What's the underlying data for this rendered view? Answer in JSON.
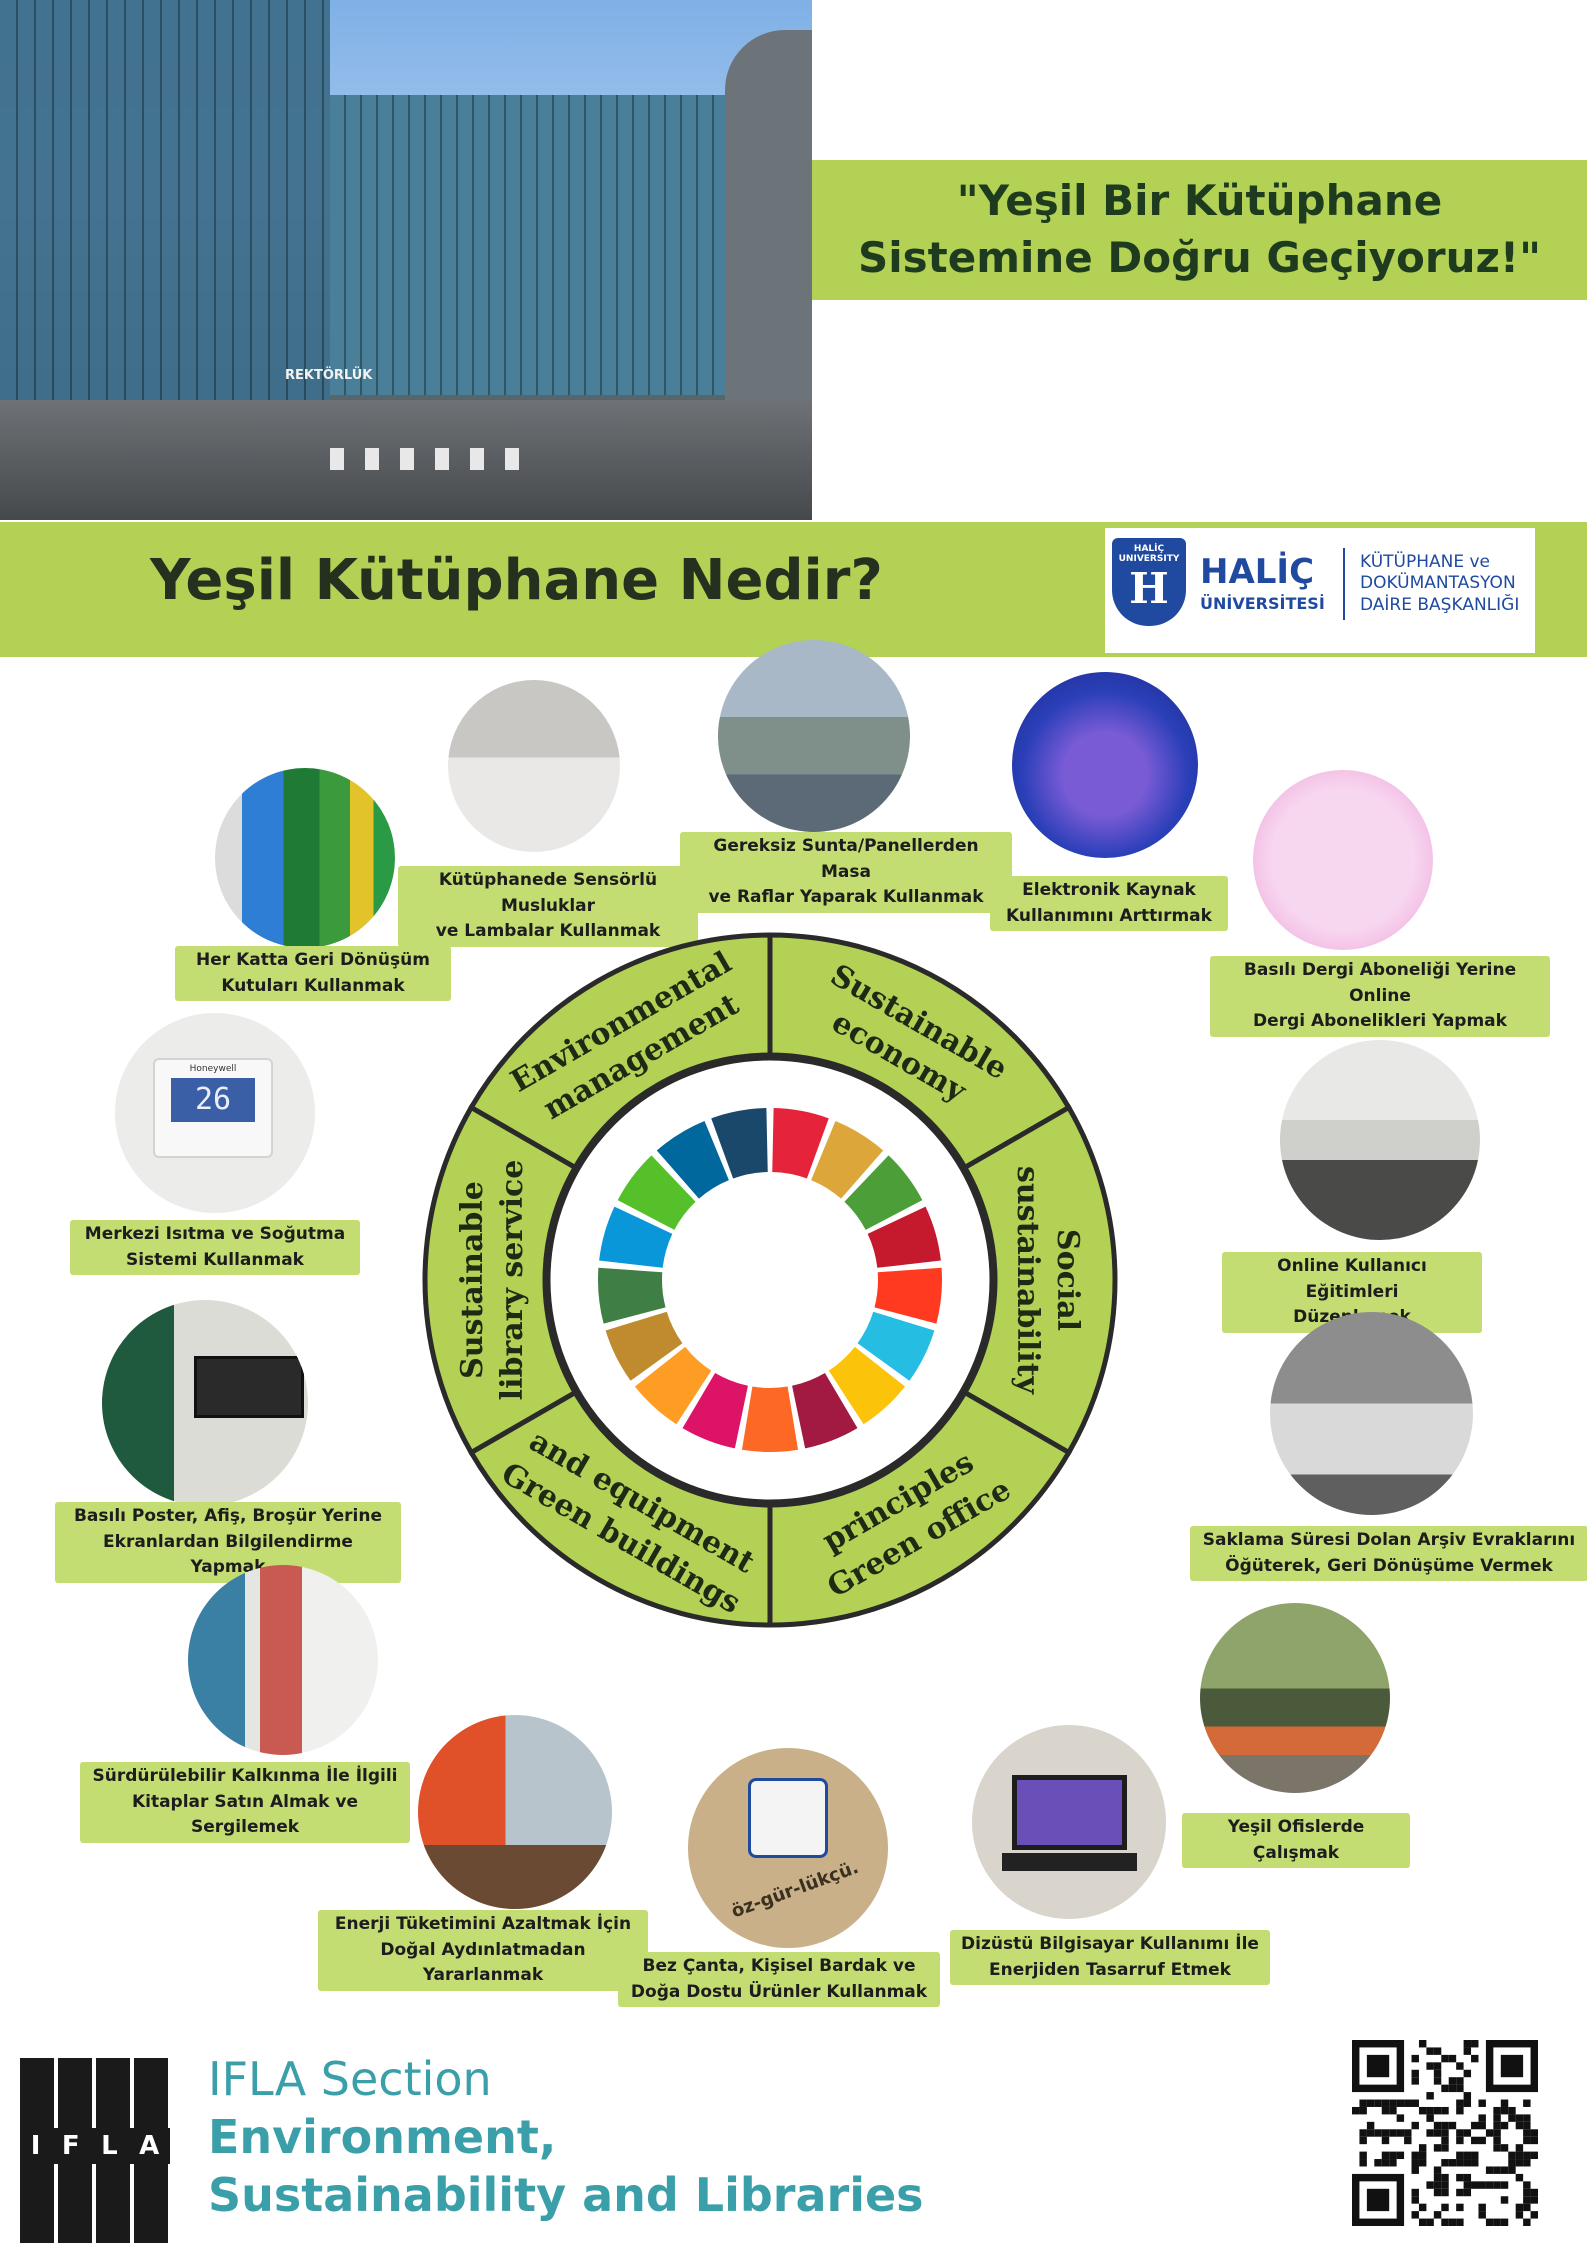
{
  "banner": {
    "building_sign": "REKTÖRLÜK",
    "quote_line1": "\"Yeşil Bir Kütüphane",
    "quote_line2": "Sistemine Doğru Geçiyoruz!\""
  },
  "header": {
    "title": "Yeşil Kütüphane Nedir?",
    "logo": {
      "shield_text": "HALİÇ UNIVERSITY",
      "shield_letter": "H",
      "name": "HALİÇ",
      "subname": "ÜNİVERSİTESİ",
      "dept_line1": "KÜTÜPHANE ve",
      "dept_line2": "DOKÜMANTASYON",
      "dept_line3": "DAİRE BAŞKANLIĞI"
    }
  },
  "practices": [
    {
      "label_line1": "Her Katta Geri Dönüşüm",
      "label_line2": "Kutuları Kullanmak",
      "photo": "recycling-bins"
    },
    {
      "label_line1": "Kütüphanede Sensörlü Musluklar",
      "label_line2": "ve Lambalar Kullanmak",
      "photo": "sensor-faucets"
    },
    {
      "label_line1": "Gereksiz Sunta/Panellerden Masa",
      "label_line2": "ve Raflar Yaparak Kullanmak",
      "photo": "panel-furniture"
    },
    {
      "label_line1": "Elektronik Kaynak",
      "label_line2": "Kullanımını Arttırmak",
      "photo": "e-resources-poster"
    },
    {
      "label_line1": "Basılı Dergi Aboneliği Yerine Online",
      "label_line2": "Dergi Abonelikleri Yapmak",
      "photo": "online-journals"
    },
    {
      "label_line1": "Merkezi Isıtma ve Soğutma",
      "label_line2": "Sistemi Kullanmak",
      "photo": "thermostat",
      "thermostat_value": "26",
      "thermostat_brand": "Honeywell"
    },
    {
      "label_line1": "Online Kullanıcı Eğitimleri",
      "label_line2": "Düzenlemek",
      "photo": "user-training"
    },
    {
      "label_line1": "Basılı Poster, Afiş, Broşür Yerine",
      "label_line2": "Ekranlardan Bilgilendirme Yapmak",
      "photo": "info-screen"
    },
    {
      "label_line1": "Saklama Süresi Dolan Arşiv Evraklarını",
      "label_line2": "Öğüterek, Geri Dönüşüme Vermek",
      "photo": "paper-shredder"
    },
    {
      "label_line1": "Sürdürülebilir Kalkınma İle İlgili",
      "label_line2": "Kitaplar Satın Almak ve Sergilemek",
      "photo": "book-display"
    },
    {
      "label_line1": "Yeşil Ofislerde Çalışmak",
      "label_line2": "",
      "photo": "green-office"
    },
    {
      "label_line1": "Enerji Tüketimini Azaltmak İçin",
      "label_line2": "Doğal Aydınlatmadan Yararlanmak",
      "photo": "natural-light-room"
    },
    {
      "label_line1": "Bez Çanta, Kişisel Bardak ve",
      "label_line2": "Doğa Dostu Ürünler Kullanmak",
      "photo": "mug-and-bag",
      "bag_text": "öz-gür-lükçü."
    },
    {
      "label_line1": "Dizüstü Bilgisayar Kullanımı İle",
      "label_line2": "Enerjiden Tasarruf Etmek",
      "photo": "laptop"
    }
  ],
  "wheel": {
    "segments": [
      {
        "line1": "Environmental",
        "line2": "management"
      },
      {
        "line1": "Sustainable",
        "line2": "economy"
      },
      {
        "line1": "Social",
        "line2": "sustainability"
      },
      {
        "line1": "Green office",
        "line2": "principles"
      },
      {
        "line1": "Green buildings",
        "line2": "and equipment"
      },
      {
        "line1": "Sustainable",
        "line2": "library service"
      }
    ],
    "ring_color": "#b2d155",
    "sdg_colors": [
      "#e5243b",
      "#dda63a",
      "#4c9f38",
      "#c5192d",
      "#ff3a21",
      "#26bde2",
      "#fcc30b",
      "#a21942",
      "#fd6925",
      "#dd1367",
      "#fd9d24",
      "#bf8b2e",
      "#3f7e44",
      "#0a97d9",
      "#56c02b",
      "#00689d",
      "#19486a"
    ]
  },
  "footer": {
    "ifla_letters": [
      "I",
      "F",
      "L",
      "A"
    ],
    "line1": "IFLA Section",
    "line2": "Environment,",
    "line3": "Sustainability and Libraries"
  },
  "colors": {
    "accent_green": "#b2d155",
    "label_green": "#c4dd73",
    "teal": "#3a9fa8",
    "logo_blue": "#1f4aa0"
  }
}
